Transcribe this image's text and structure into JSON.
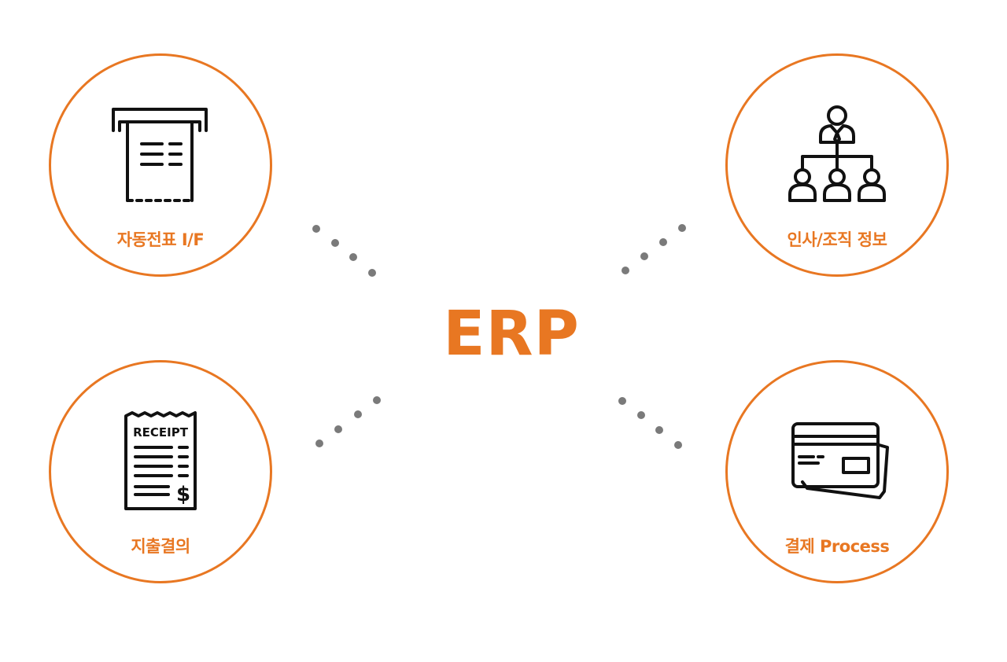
{
  "center": {
    "title": "ERP"
  },
  "nodes": {
    "top_left": {
      "label": "자동전표 I/F",
      "icon": "receipt-printer-icon"
    },
    "top_right": {
      "label": "인사/조직 정보",
      "icon": "org-chart-icon"
    },
    "bottom_left": {
      "label": "지출결의",
      "icon": "receipt-icon",
      "icon_text": "RECEIPT",
      "currency_symbol": "$"
    },
    "bottom_right": {
      "label": "결제 Process",
      "icon": "credit-card-icon"
    }
  },
  "colors": {
    "accent": "#e87722",
    "connector": "#7a7a7a",
    "icon_stroke": "#111111"
  }
}
